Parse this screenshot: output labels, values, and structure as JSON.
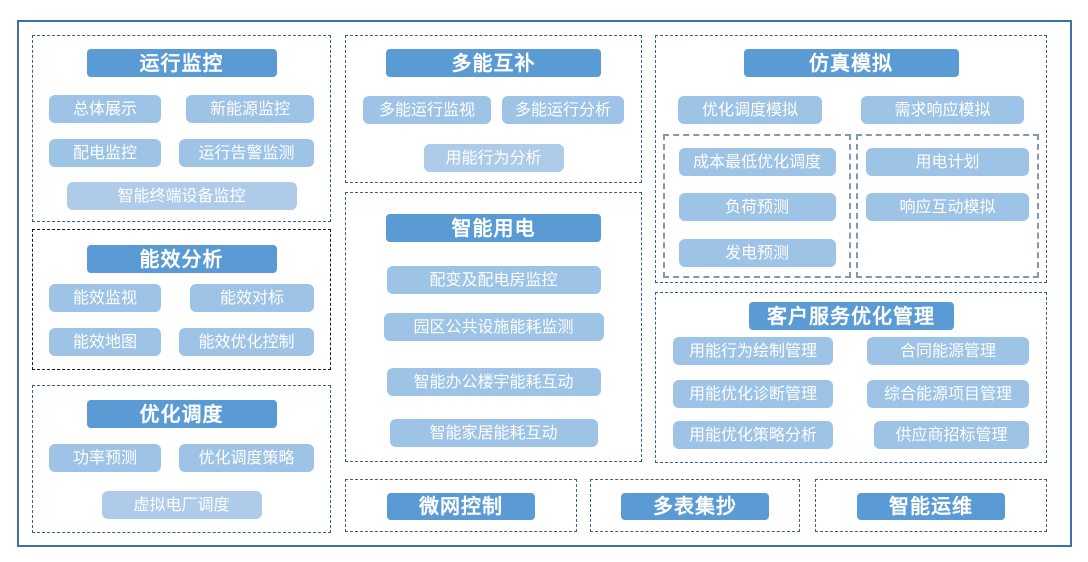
{
  "colors": {
    "header_bg": "#5b9bd5",
    "item_bg": "#9dc3e6",
    "item_bg_light": "#aecbe9",
    "section_dash_blue": "#35618e",
    "section_dash_black": "#1a1a1a",
    "inner_dash_gray": "#8496b0",
    "outer_frame": "#3e6fa5",
    "text": "#ffffff"
  },
  "sections": {
    "operation_monitoring": {
      "title": "运行监控",
      "items": [
        "总体展示",
        "新能源监控",
        "配电监控",
        "运行告警监测",
        "智能终端设备监控"
      ]
    },
    "energy_efficiency": {
      "title": "能效分析",
      "items": [
        "能效监视",
        "能效对标",
        "能效地图",
        "能效优化控制"
      ]
    },
    "optimal_dispatch": {
      "title": "优化调度",
      "items": [
        "功率预测",
        "优化调度策略",
        "虚拟电厂调度"
      ]
    },
    "multi_energy": {
      "title": "多能互补",
      "items": [
        "多能运行监视",
        "多能运行分析",
        "用能行为分析"
      ]
    },
    "smart_power": {
      "title": "智能用电",
      "items": [
        "配变及配电房监控",
        "园区公共设施能耗监测",
        "智能办公楼宇能耗互动",
        "智能家居能耗互动"
      ]
    },
    "simulation": {
      "title": "仿真模拟",
      "items": [
        "优化调度模拟",
        "需求响应模拟"
      ],
      "inner_left_items": [
        "成本最低优化调度",
        "负荷预测",
        "发电预测"
      ],
      "inner_right_items": [
        "用电计划",
        "响应互动模拟"
      ]
    },
    "customer_service": {
      "title": "客户服务优化管理",
      "items": [
        "用能行为绘制管理",
        "合同能源管理",
        "用能优化诊断管理",
        "综合能源项目管理",
        "用能优化策略分析",
        "供应商招标管理"
      ]
    },
    "bottom_modules": {
      "titles": [
        "微网控制",
        "多表集抄",
        "智能运维"
      ]
    }
  }
}
